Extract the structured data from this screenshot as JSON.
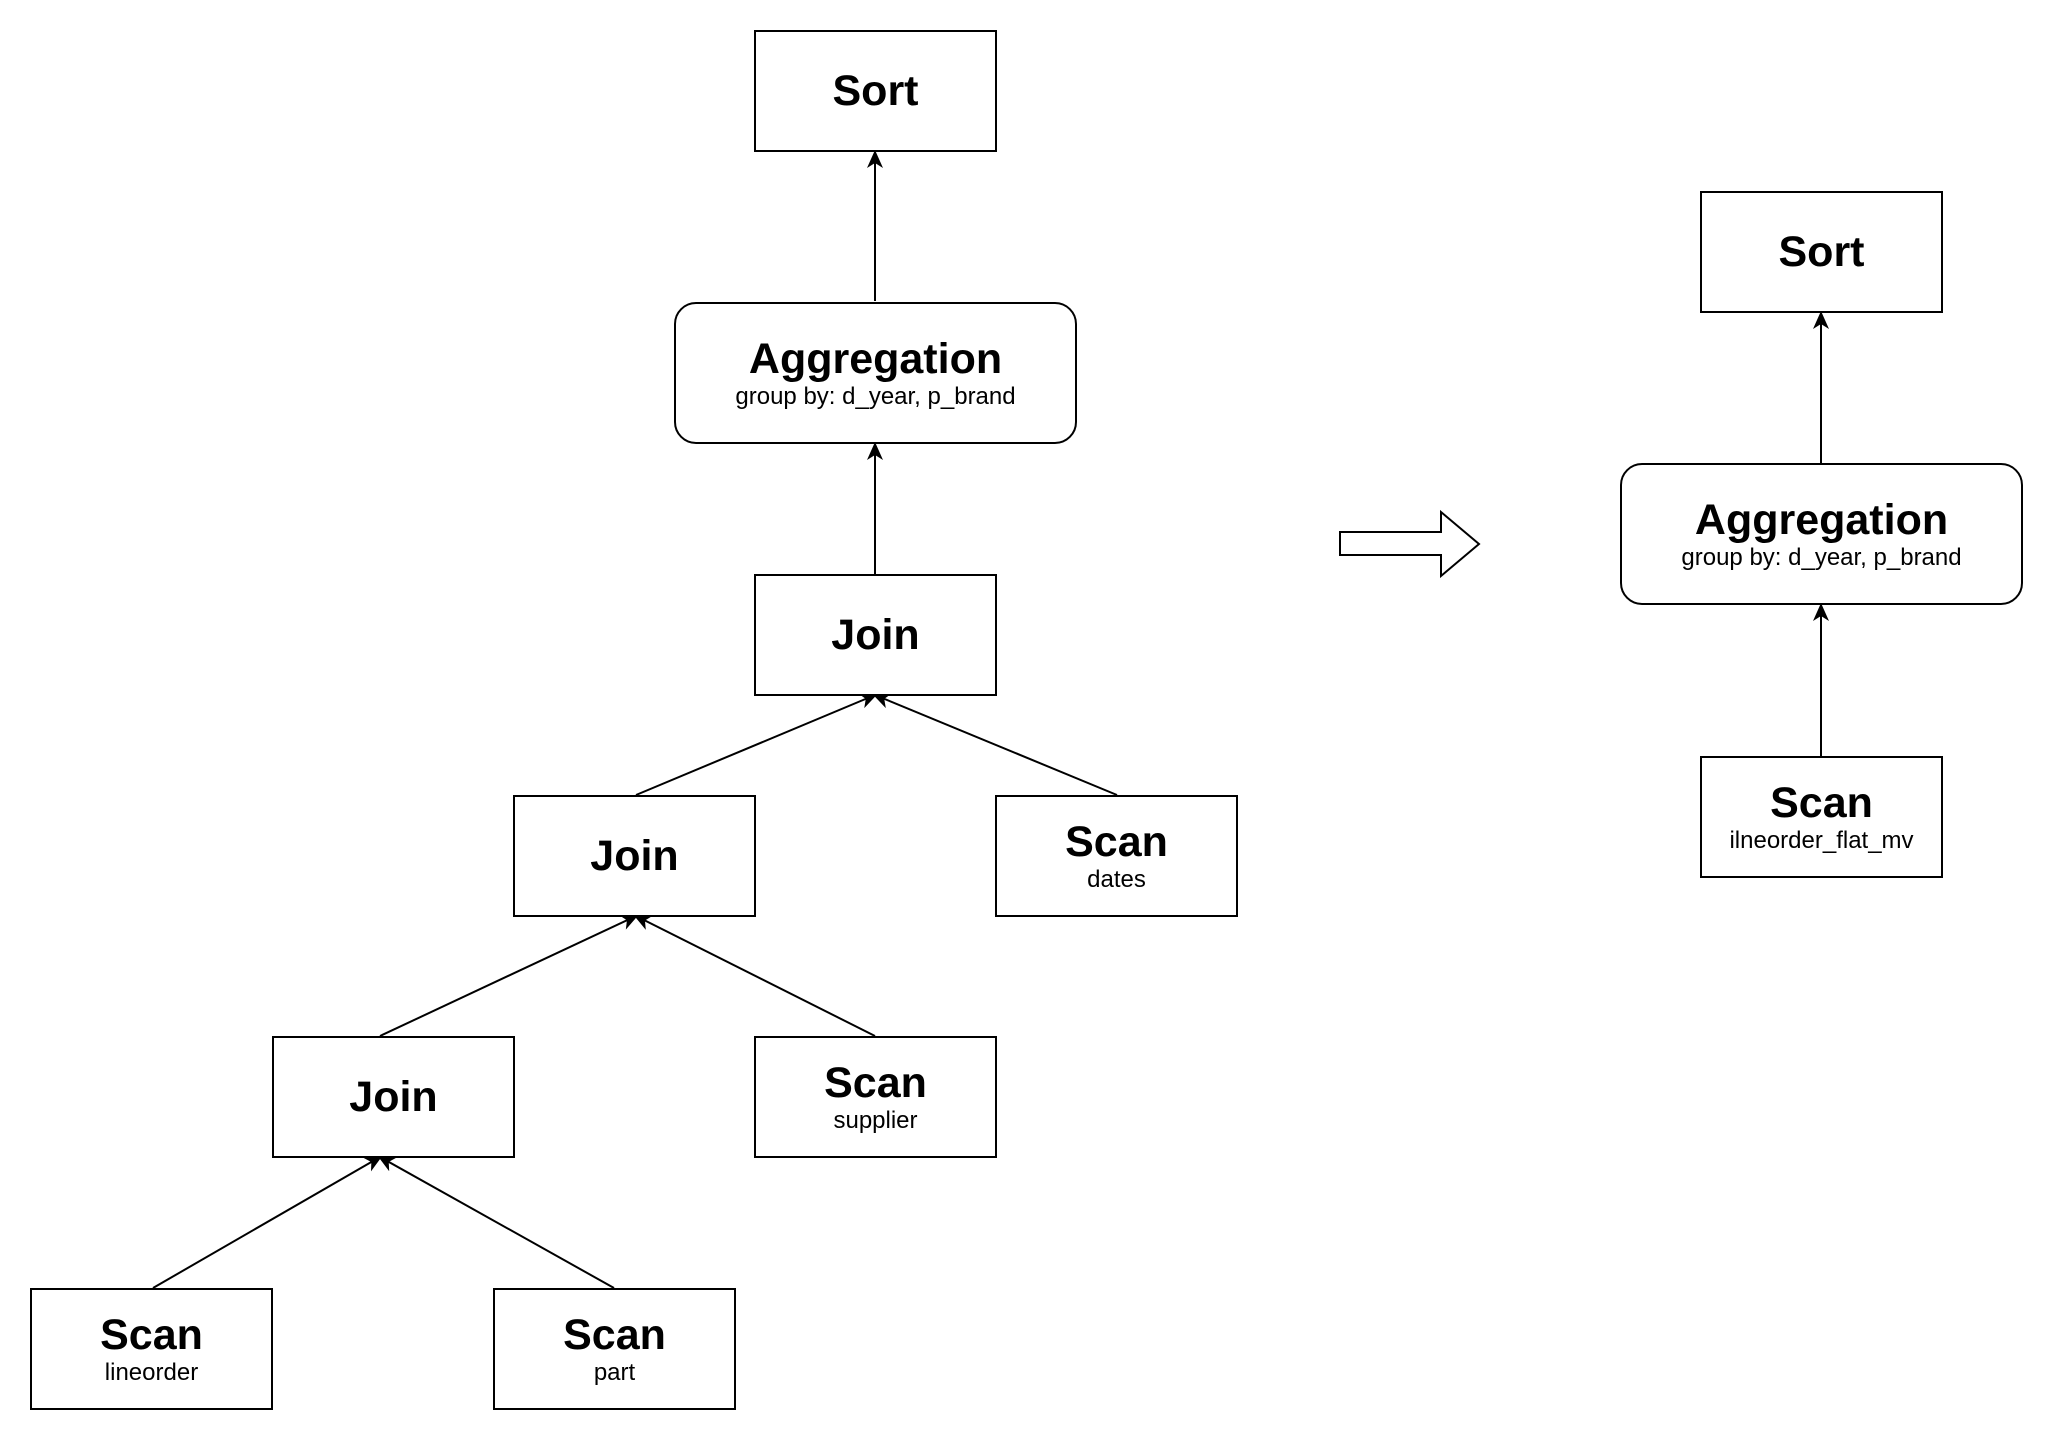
{
  "before_plan": {
    "sort": {
      "title": "Sort"
    },
    "aggregation": {
      "title": "Aggregation",
      "detail": "group by: d_year, p_brand"
    },
    "join_top": {
      "title": "Join"
    },
    "join_mid": {
      "title": "Join"
    },
    "join_low": {
      "title": "Join"
    },
    "scan_dates": {
      "title": "Scan",
      "detail": "dates"
    },
    "scan_supplier": {
      "title": "Scan",
      "detail": "supplier"
    },
    "scan_lineorder": {
      "title": "Scan",
      "detail": "lineorder"
    },
    "scan_part": {
      "title": "Scan",
      "detail": "part"
    }
  },
  "after_plan": {
    "sort": {
      "title": "Sort"
    },
    "aggregation": {
      "title": "Aggregation",
      "detail": "group by: d_year, p_brand"
    },
    "scan_mv": {
      "title": "Scan",
      "detail": "ilneorder_flat_mv"
    }
  }
}
